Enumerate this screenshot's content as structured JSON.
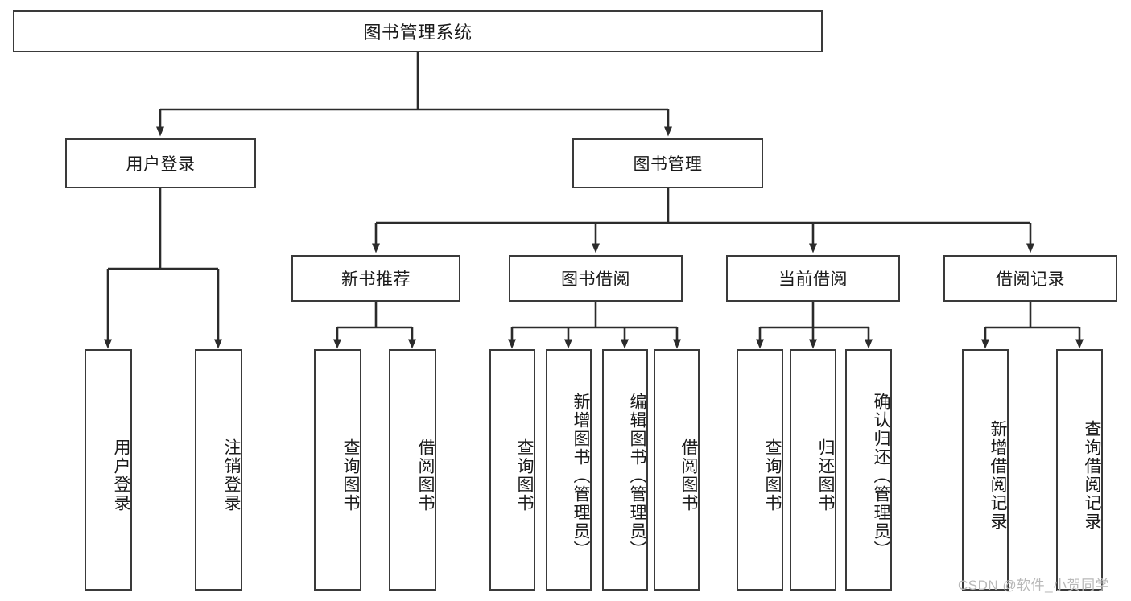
{
  "diagram": {
    "type": "tree-hierarchy-chart",
    "title": "图书管理系统",
    "colors": {
      "border": "#3a3a3a",
      "background": "#ffffff",
      "text": "#1a1a1a",
      "edge": "#2b2b2b",
      "watermark": "#b8b8b8"
    },
    "root": {
      "label": "图书管理系统"
    },
    "level2": [
      {
        "label": "用户登录"
      },
      {
        "label": "图书管理"
      }
    ],
    "level3": [
      {
        "label": "新书推荐"
      },
      {
        "label": "图书借阅"
      },
      {
        "label": "当前借阅"
      },
      {
        "label": "借阅记录"
      }
    ],
    "leaves": {
      "user_login": [
        {
          "label": "用户登录"
        },
        {
          "label": "注销登录"
        }
      ],
      "new_book_recommend": [
        {
          "label": "查询图书"
        },
        {
          "label": "借阅图书"
        }
      ],
      "book_borrow": [
        {
          "label": "查询图书"
        },
        {
          "label": "新增图书（管理员）"
        },
        {
          "label": "编辑图书（管理员）"
        },
        {
          "label": "借阅图书"
        }
      ],
      "current_borrow": [
        {
          "label": "查询图书"
        },
        {
          "label": "归还图书"
        },
        {
          "label": "确认归还（管理员）"
        }
      ],
      "borrow_record": [
        {
          "label": "新增借阅记录"
        },
        {
          "label": "查询借阅记录"
        }
      ]
    },
    "watermark": "CSDN @软件_小贺同学"
  }
}
